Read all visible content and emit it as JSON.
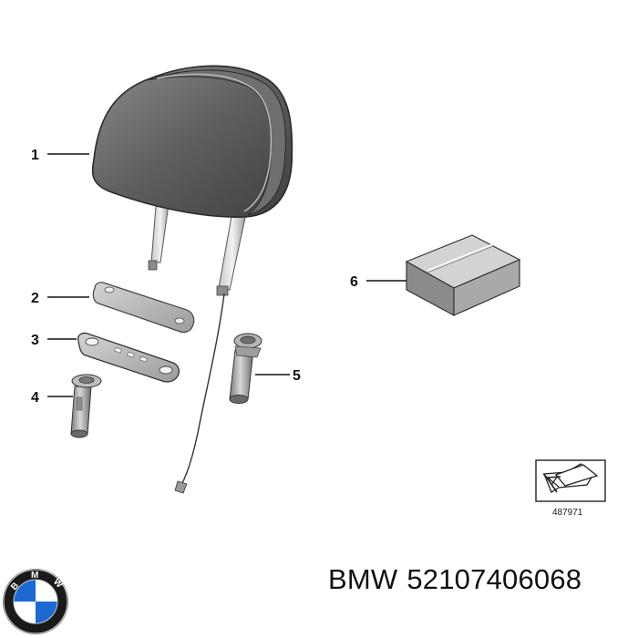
{
  "callouts": [
    {
      "num": "1",
      "part": "headrest"
    },
    {
      "num": "2",
      "part": "cover-plate"
    },
    {
      "num": "3",
      "part": "guide-plate"
    },
    {
      "num": "4",
      "part": "guide-sleeve-left"
    },
    {
      "num": "5",
      "part": "guide-sleeve-right"
    },
    {
      "num": "6",
      "part": "box"
    }
  ],
  "reference_number": "487971",
  "logo": {
    "letters": "BMW",
    "colors": {
      "blue": "#1c69d4",
      "white": "#ffffff",
      "ring": "#1a1a1a"
    }
  },
  "caption": {
    "brand": "BMW",
    "part_number": "52107406068"
  }
}
